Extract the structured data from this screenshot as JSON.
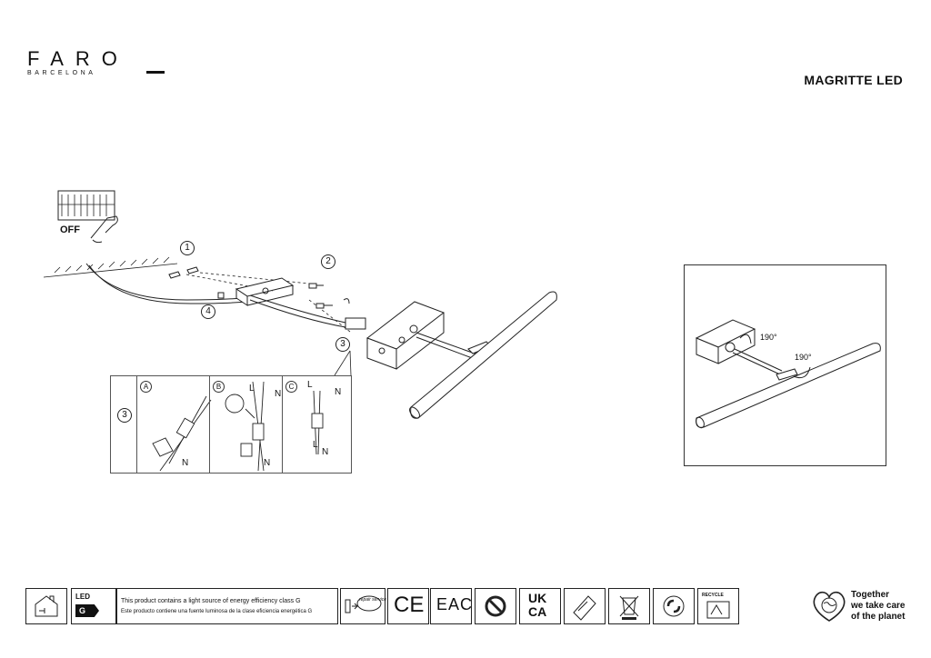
{
  "brand": {
    "name": "FARO",
    "sub": "BARCELONA"
  },
  "product": {
    "title": "MAGRITTE LED"
  },
  "installation": {
    "power_label": "OFF",
    "steps": [
      "1",
      "2",
      "3",
      "4"
    ],
    "panel": {
      "step": "3",
      "options": [
        {
          "letter": "A",
          "wires": {
            "n": "N"
          }
        },
        {
          "letter": "B",
          "wires": {
            "l": "L",
            "n": "N",
            "n2": "N"
          }
        },
        {
          "letter": "C",
          "wires": {
            "l": "L",
            "n": "N",
            "l2": "L",
            "n2": "N"
          }
        }
      ]
    }
  },
  "adjust": {
    "angles": [
      "190°",
      "190°"
    ]
  },
  "footer": {
    "led_tag": "LED",
    "energy_class": "G",
    "energy_en": "This product contains a light source of energy efficiency class G",
    "energy_es": "Este producto contiene una fuente luminosa de la clase eficiencia energética G",
    "repair": "repair service",
    "ce": "CE",
    "eac": "EAC",
    "ukca_top": "UK",
    "ukca_bottom": "CA",
    "recycle": "RECYCLE",
    "planet": [
      "Together",
      "we take care",
      "of the planet"
    ]
  }
}
